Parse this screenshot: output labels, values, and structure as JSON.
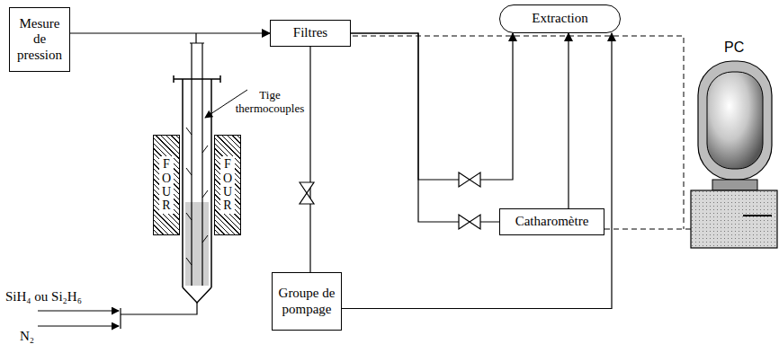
{
  "diagram": {
    "nodes": [
      {
        "text": [
          "Mesure de pression"
        ]
      },
      {
        "text": [
          "Filtres"
        ]
      },
      {
        "text": [
          "Extraction"
        ]
      },
      {
        "text": [
          "FOUR"
        ]
      },
      {
        "text": [
          "FOUR"
        ]
      },
      {
        "text": [
          "Catharomètre"
        ]
      },
      {
        "text": [
          "Groupe de pompage"
        ]
      }
    ],
    "edges": [
      {
        "from": 0,
        "to": 1,
        "arrow": "to"
      },
      {
        "from": 1,
        "to": 2,
        "arrow": "to"
      },
      {
        "from": 1,
        "to": 5,
        "arrow": "none"
      },
      {
        "from": 5,
        "to": 2,
        "arrow": "to"
      },
      {
        "from": 1,
        "to": 6,
        "arrow": "none"
      },
      {
        "from": 6,
        "to": 2,
        "arrow": "to"
      }
    ],
    "labels": [
      "Tige thermocouples",
      "PC",
      "SiH₄ ou Si₂H₆",
      "N₂"
    ]
  }
}
